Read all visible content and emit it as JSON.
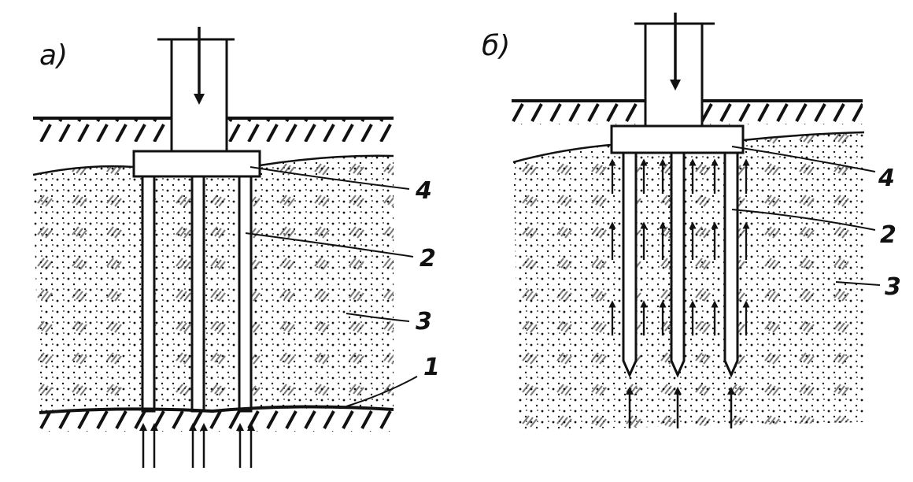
{
  "panels": [
    {
      "label": "а)",
      "labels": {
        "ground_layer": "1",
        "pile": "2",
        "soil": "3",
        "cap": "4"
      }
    },
    {
      "label": "б)",
      "labels": {
        "pile": "2",
        "soil": "3",
        "cap": "4"
      }
    }
  ],
  "colors": {
    "ink": "#111111",
    "background": "#ffffff"
  }
}
